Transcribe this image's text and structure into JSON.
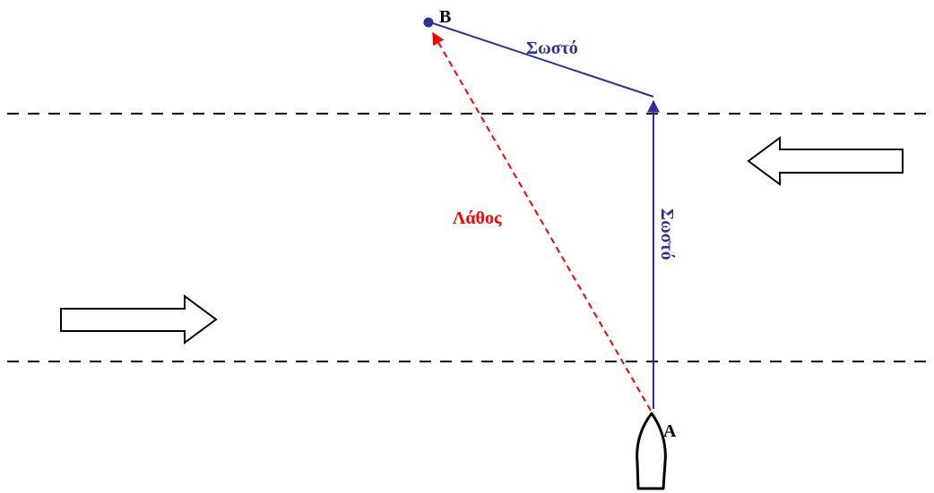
{
  "labels": {
    "point_a": "A",
    "point_b": "B",
    "correct_top": "Σωστό",
    "correct_vertical": "Σωστό",
    "wrong_path": "Λάθος"
  },
  "colors": {
    "correct": "#2e3192",
    "wrong": "#ff0000",
    "lane": "#000000",
    "arrow_fill": "#ffffff",
    "arrow_stroke": "#000000",
    "boat_fill": "#ffffff",
    "boat_stroke": "#000000",
    "point": "#2e3192"
  },
  "icons": {
    "traffic_left": "hollow-arrow-left",
    "traffic_right": "hollow-arrow-right",
    "pedestrian_marker": "boat-outline"
  }
}
